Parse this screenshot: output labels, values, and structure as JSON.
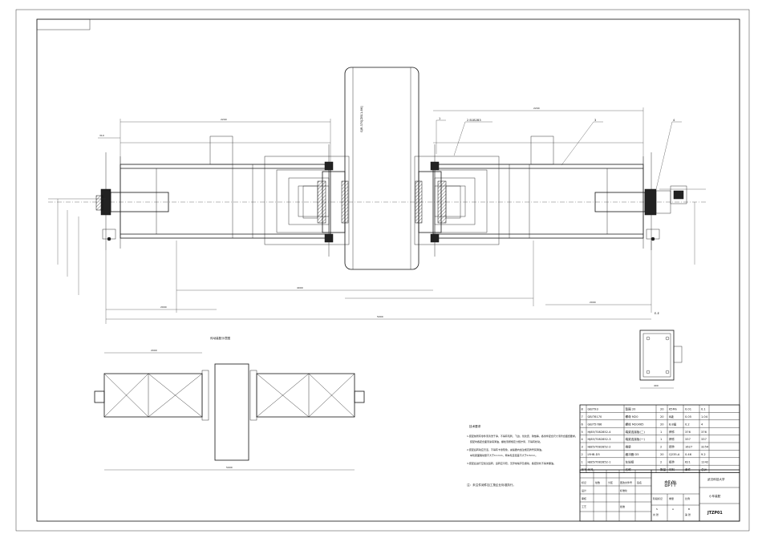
{
  "balloons": [
    "1",
    "2 B1B2B3",
    "3",
    "4"
  ],
  "section_label": "E-E",
  "top_view_title": "传动装配示意图",
  "wheel_label": "GJR-370[ZB11-86]",
  "tech_requirements": {
    "title": "技术要求",
    "items": [
      "1.装配前所有零件须清洗干净，不得有毛刺、飞边、氧化皮、锈蚀等，各零件配合尺寸须符合图纸要求。",
      "装配时各配合面须涂润滑油，螺栓须按规定力矩拧紧，不得有松动。",
      "2.装配后转动应灵活，不得有卡滞现象，减速器内加注规定牌号润滑油。",
      "车轮踏面跳动量不大于0.1mm，两车轮直径差不大于0.5mm。",
      "3.装配后进行空载试运转，运转应平稳，无异常噪声及振动，各密封处不得渗漏油。"
    ],
    "note": "注：未注件阅件加工按企业标准执行。"
  },
  "parts_list": {
    "rows": [
      {
        "no": "8",
        "code": "GB/T93",
        "name": "垫圈 20",
        "qty": "20",
        "mat": "65Mn",
        "unit": "0.01",
        "total": "0.1"
      },
      {
        "no": "7",
        "code": "GB/T6170",
        "name": "螺母 M20",
        "qty": "20",
        "mat": "8级",
        "unit": "0.05",
        "total": "1.04"
      },
      {
        "no": "6",
        "code": "GB/T5786",
        "name": "螺栓 M20X65",
        "qty": "20",
        "mat": "8.8级",
        "unit": "0.2",
        "total": "4"
      },
      {
        "no": "5",
        "code": "HJ85/T082852-4",
        "name": "端梁连接板(二)",
        "qty": "1",
        "mat": "焊件",
        "unit": "376",
        "total": "376"
      },
      {
        "no": "4",
        "code": "HJ85/T082852-3",
        "name": "端梁连接板(一)",
        "qty": "1",
        "mat": "焊件",
        "unit": "337",
        "total": "337"
      },
      {
        "no": "3",
        "code": "HJ85/T082852-2",
        "name": "端梁",
        "qty": "2",
        "mat": "焊件",
        "unit": "1627",
        "total": "3254"
      },
      {
        "no": "2",
        "code": "LYHB-D5",
        "name": "缓冲器 D5",
        "qty": "20",
        "mat": "Q235-A",
        "unit": "0.46",
        "total": "9.2"
      },
      {
        "no": "1",
        "code": "HJ85/T082852-1",
        "name": "车轮组",
        "qty": "2",
        "mat": "组件",
        "unit": "621",
        "total": "1242"
      }
    ],
    "headers": [
      "序号",
      "代号",
      "名称",
      "数量",
      "材料",
      "单件",
      "总计"
    ]
  },
  "title_block": {
    "drawing_name": "部件",
    "school": "武汉科技大学",
    "assembly": "小车装配",
    "drawing_no": "JTZP01",
    "labels": [
      "标记",
      "处数",
      "分区",
      "更改文件号",
      "签名",
      "年月日",
      "设计",
      "标准化",
      "阶段标记",
      "重量",
      "比例",
      "审核",
      "工艺",
      "批准",
      "共 张",
      "第 张"
    ],
    "scale_marks": [
      "S",
      "A",
      "B"
    ]
  },
  "dims": {
    "top1": "2200",
    "top2": "2200",
    "side": "310",
    "mid": "4000",
    "bot1": "2000",
    "bot2": "2000",
    "total": "5000",
    "plan_w": "2000",
    "plan_len": "5000",
    "sec_w": "400"
  }
}
